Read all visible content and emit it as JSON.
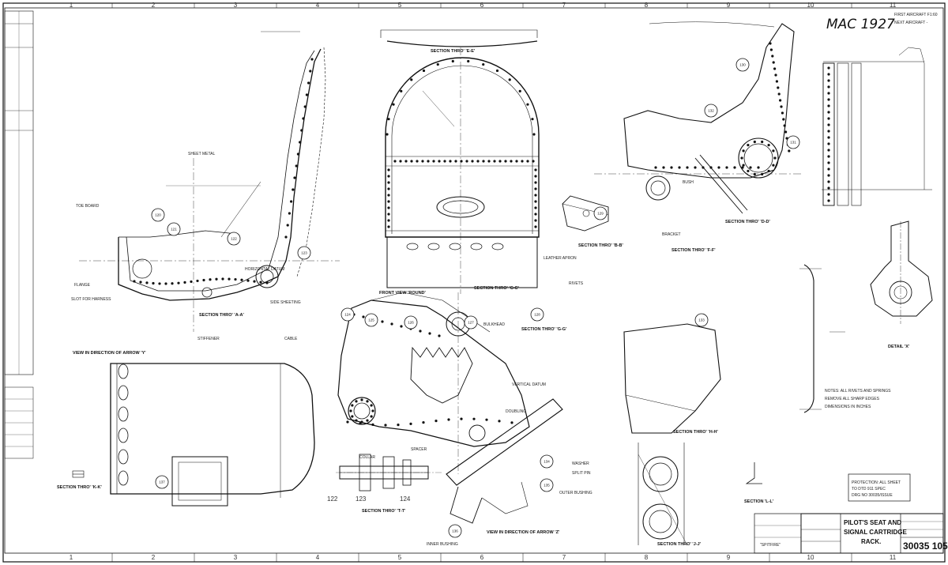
{
  "drawing": {
    "handwritten_mark": "MAC 1927",
    "title_lines": [
      "PILOT'S SEAT AND",
      "SIGNAL CARTRIDGE",
      "RACK."
    ],
    "drawing_number": "30035 105",
    "name_box": "\"SPITFIRE\"",
    "top_right_notes": [
      "FIRST AIRCRAFT  F1:60",
      "NEXT AIRCRAFT  -"
    ]
  },
  "grid": {
    "top": [
      "1",
      "2",
      "3",
      "4",
      "5",
      "6",
      "7",
      "8",
      "9",
      "10",
      "11"
    ],
    "bottom": [
      "1",
      "2",
      "3",
      "4",
      "5",
      "6",
      "7",
      "8",
      "9",
      "10",
      "11"
    ]
  },
  "section_labels": [
    "SECTION THRO' 'E-E'",
    "SECTION THRO' 'B-B'",
    "SECTION THRO' 'C-C'",
    "SECTION THRO' 'D-D'",
    "SECTION THRO' 'F-F'",
    "SECTION THRO' 'G-G'",
    "SECTION THRO' 'H-H'",
    "SECTION THRO' 'J-J'",
    "SECTION THRO' 'K-K'",
    "SECTION 'L-L'",
    "SECTION THRO' 'A-A'",
    "SECTION THRO' 'T-T'",
    "FRONT VIEW 'ROUND'",
    "DETAIL 'X'",
    "VIEW IN DIRECTION OF ARROW 'Z'",
    "VIEW IN DIRECTION OF ARROW 'Y'"
  ],
  "callouts": [
    "TOE BOARD",
    "SLOT FOR HARNESS",
    "CABLE",
    "LEATHER APRON",
    "RIVETS",
    "SIDE SHEETING",
    "SHEET METAL",
    "BULKHEAD",
    "HORIZONTAL DATUM",
    "VERTICAL DATUM",
    "BRACKET",
    "BUSH",
    "FLANGE",
    "DOUBLING",
    "STIFFENER",
    "COLLAR",
    "SPACER",
    "WASHER",
    "OUTER BUSHING",
    "INNER BUSHING",
    "SPLIT PIN"
  ],
  "notes_box": [
    "NOTES: ALL RIVETS AND SPRINGS",
    "REMOVE ALL SHARP EDGES",
    "DIMENSIONS IN INCHES"
  ],
  "part_numbers": [
    "120",
    "121",
    "122",
    "123",
    "124",
    "125",
    "126",
    "127",
    "128",
    "129",
    "130",
    "131",
    "132",
    "133",
    "134",
    "135",
    "136",
    "137"
  ],
  "protection_box": [
    "PROTECTION: ALL SHEET",
    "TO DTD 911 SPEC",
    "DRG NO 30035/ISSUE"
  ]
}
